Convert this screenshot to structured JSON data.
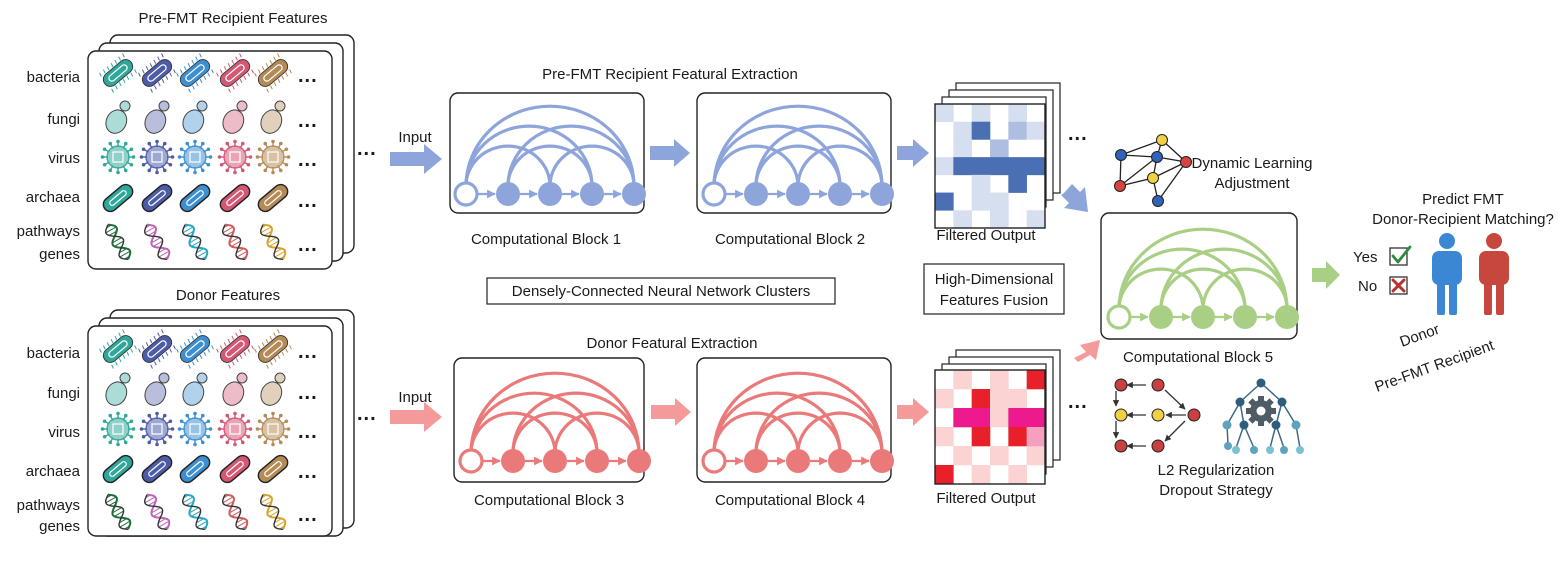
{
  "recipient_panel": {
    "title": "Pre-FMT Recipient Features",
    "rows": [
      "bacteria",
      "fungi",
      "virus",
      "archaea",
      "pathways",
      "genes"
    ],
    "ellipsis": "..."
  },
  "donor_panel": {
    "title": "Donor Features",
    "rows": [
      "bacteria",
      "fungi",
      "virus",
      "archaea",
      "pathways",
      "genes"
    ],
    "ellipsis": "..."
  },
  "top_branch": {
    "title": "Pre-FMT Recipient Featural Extraction",
    "input_label": "Input",
    "block_a": "Computational Block 1",
    "block_b": "Computational Block 2",
    "output_label": "Filtered Output",
    "color": "#8ea5dc"
  },
  "bottom_branch": {
    "title": "Donor Featural Extraction",
    "input_label": "Input",
    "block_a": "Computational Block 3",
    "block_b": "Computational Block 4",
    "output_label": "Filtered Output",
    "color": "#ea7a7a"
  },
  "middle_label": "Densely-Connected Neural Network Clusters",
  "fusion_label": [
    "High-Dimensional",
    "Features Fusion"
  ],
  "dynamic_label": [
    "Dynamic Learning",
    "Adjustment"
  ],
  "block5": {
    "label": "Computational Block 5",
    "color": "#a9cf85"
  },
  "regularization_label": [
    "L2 Regularization",
    "Dropout Strategy"
  ],
  "prediction": {
    "title": [
      "Predict FMT",
      "Donor-Recipient Matching?"
    ],
    "yes": "Yes",
    "no": "No",
    "donor": "Donor",
    "recipient": "Pre-FMT Recipient"
  },
  "colors": {
    "blue": "#8ea5dc",
    "red": "#ea7a7a",
    "green": "#a9cf85",
    "person_blue": "#3b87d4",
    "person_red": "#c7463d"
  }
}
